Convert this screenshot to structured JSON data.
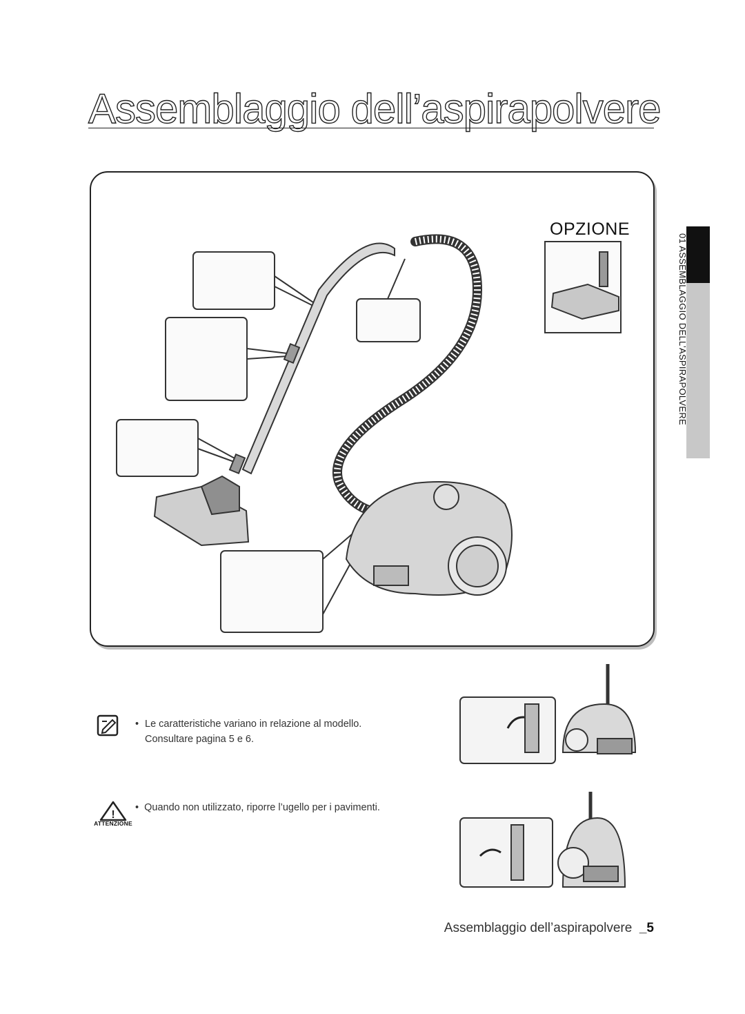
{
  "header": {
    "title": "Assemblaggio dell’aspirapolvere"
  },
  "figure": {
    "option_label": "OPZIONE"
  },
  "side_tab": {
    "label": "01 ASSEMBLAGGIO DELL’ASPIRAPOLVERE"
  },
  "notes": [
    {
      "line1": "Le caratteristiche variano in relazione al modello.",
      "line2": "Consultare pagina 5 e 6."
    }
  ],
  "caution": {
    "label": "ATTENZIONE",
    "text": "Quando non utilizzato, riporre l’ugello per i pavimenti."
  },
  "footer": {
    "text": "Assemblaggio dell’aspirapolvere",
    "page": "_5"
  },
  "icons": [
    "note-icon",
    "warning-triangle-icon"
  ],
  "colors": {
    "line": "#222222",
    "tab_black": "#111111",
    "tab_gray": "#c8c8c8"
  }
}
